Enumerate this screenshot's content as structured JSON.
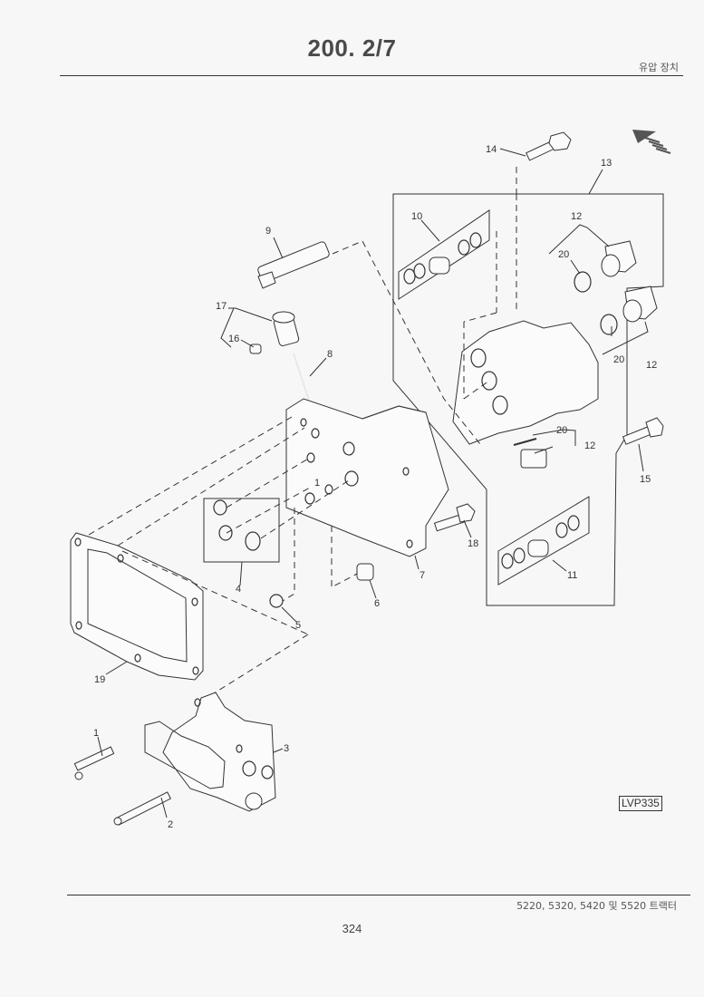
{
  "header": {
    "title": "200. 2/7",
    "section": "유압 장치"
  },
  "footer": {
    "models": "5220, 5320, 5420 및 5520 트랙터",
    "page_number": "324"
  },
  "figure_ref": "LVP335",
  "direction_icon": "front-arrow-icon",
  "callouts": {
    "c1": "1",
    "c2": "2",
    "c3": "3",
    "c4": "4",
    "c5": "5",
    "c6": "6",
    "c7": "7",
    "c8": "8",
    "c9": "9",
    "c10": "10",
    "c11": "11",
    "c12a": "12",
    "c12b": "12",
    "c12c": "12",
    "c13": "13",
    "c14": "14",
    "c15": "15",
    "c16": "16",
    "c17": "17",
    "c18": "18",
    "c19": "19",
    "c20a": "20",
    "c20b": "20",
    "c20c": "20"
  }
}
